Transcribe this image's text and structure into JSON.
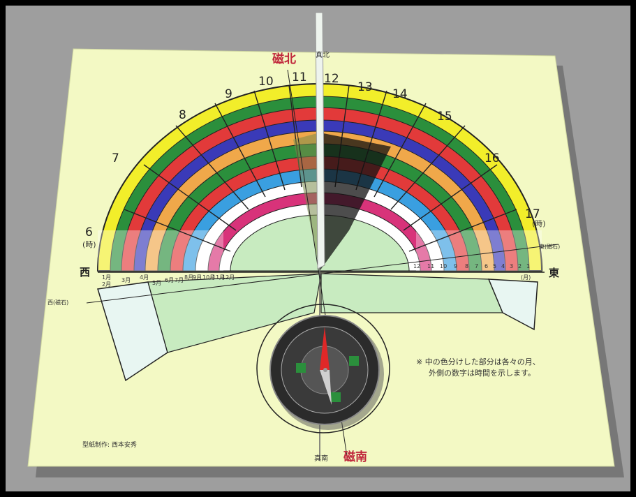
{
  "sundial": {
    "magnetic_north": "磁北",
    "true_north": "真北",
    "magnetic_south": "磁南",
    "true_south": "真南",
    "west": "西",
    "east": "東",
    "west_mag": "西(磁石)",
    "east_mag": "東(磁石)",
    "hours": [
      "6",
      "7",
      "8",
      "9",
      "10",
      "11",
      "12",
      "13",
      "14",
      "15",
      "16",
      "17"
    ],
    "hour_unit_left": "(時)",
    "hour_unit_right": "(時)",
    "months_left": [
      "1月",
      "2月",
      "3月",
      "4月",
      "5月",
      "6月",
      "7月",
      "8月",
      "9月",
      "10月",
      "11月",
      "12月"
    ],
    "months_right": [
      "12",
      "11",
      "10",
      "9",
      "8",
      "7",
      "6",
      "5",
      "4",
      "3",
      "2",
      "1",
      "(月)"
    ],
    "note_line1": "※ 中の色分けした部分は各々の月、",
    "note_line2": "外側の数字は時間を示します。",
    "credit": "型紙制作: 西本安秀",
    "colors": {
      "background_outer": "#9f9f9f",
      "paper": "#f3f9c4",
      "yellow": "#f2ee2a",
      "green": "#2b8f3c",
      "red": "#e23a3a",
      "blue": "#3a3ab8",
      "orange": "#f0a84a",
      "light_green": "#c8ebc0",
      "magenta": "#d8337a",
      "label_red": "#c0283c"
    }
  }
}
